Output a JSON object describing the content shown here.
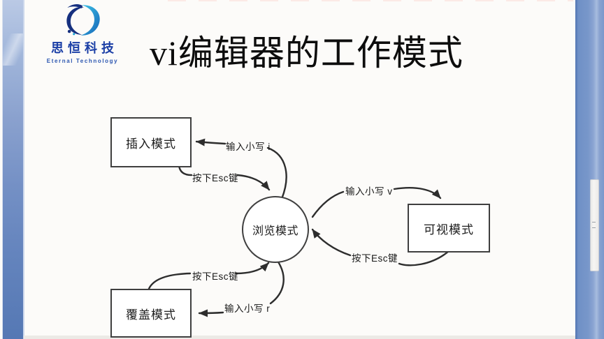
{
  "brand": {
    "name_cn": "思恒科技",
    "name_en": "Eternal Technology",
    "swirl_dark_color": "#16307f",
    "swirl_cyan_color": "#1ea7d6",
    "text_color": "#1b3fa6"
  },
  "slide": {
    "title": "vi编辑器的工作模式",
    "background_color": "#fcfbf9",
    "accent_bar_color": "#6b89c0",
    "line_color": "#2d2d2d"
  },
  "diagram": {
    "hub": {
      "label": "浏览模式",
      "shape": "circle"
    },
    "nodes": [
      {
        "id": "insert-mode",
        "label": "插入模式"
      },
      {
        "id": "visual-mode",
        "label": "可视模式"
      },
      {
        "id": "overwrite-mode",
        "label": "覆盖模式"
      }
    ],
    "edges": [
      {
        "from": "浏览模式",
        "to": "插入模式",
        "label": "输入小写 i"
      },
      {
        "from": "插入模式",
        "to": "浏览模式",
        "label": "按下Esc键"
      },
      {
        "from": "浏览模式",
        "to": "可视模式",
        "label": "输入小写 v"
      },
      {
        "from": "可视模式",
        "to": "浏览模式",
        "label": "按下Esc键"
      },
      {
        "from": "浏览模式",
        "to": "覆盖模式",
        "label": "输入小写 r"
      },
      {
        "from": "覆盖模式",
        "to": "浏览模式",
        "label": "按下Esc键"
      }
    ]
  },
  "scrollbar": {
    "track_color": "#7897ca",
    "thumb_color": "#f3f2f0"
  }
}
